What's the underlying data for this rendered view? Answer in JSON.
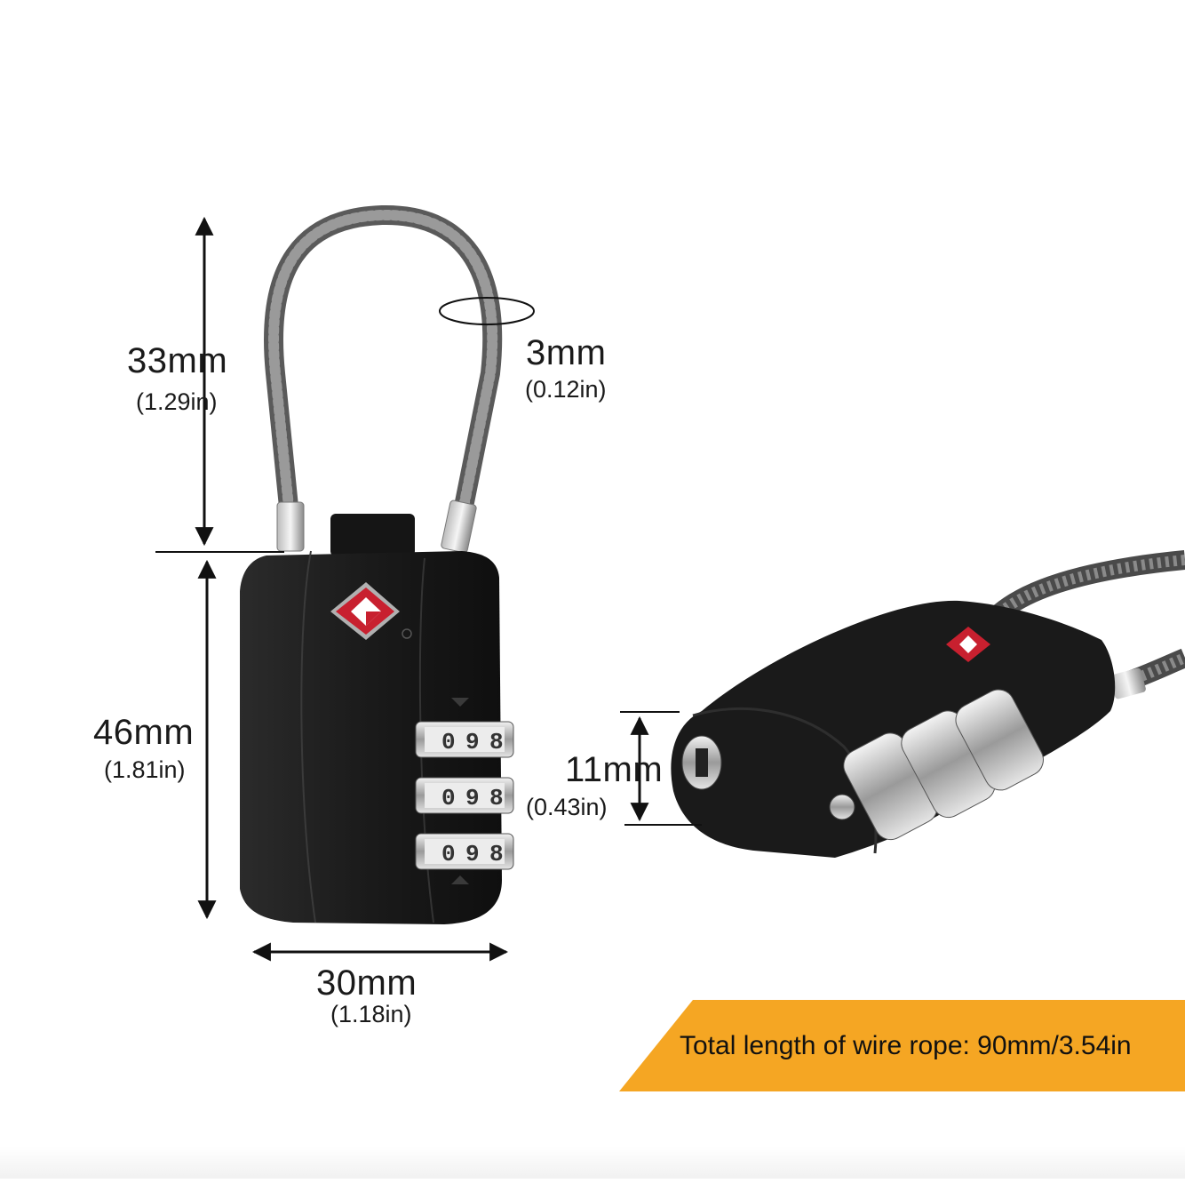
{
  "dimensions": {
    "shackle_height": {
      "mm": "33mm",
      "in": "(1.29in)"
    },
    "cable_diameter": {
      "mm": "3mm",
      "in": "(0.12in)"
    },
    "body_height": {
      "mm": "46mm",
      "in": "(1.81in)"
    },
    "body_thickness": {
      "mm": "11mm",
      "in": "(0.43in)"
    },
    "body_width": {
      "mm": "30mm",
      "in": "(1.18in)"
    }
  },
  "dial_digits": [
    "0",
    "9",
    "8"
  ],
  "banner": {
    "text": "Total length of wire rope: 90mm/3.54in",
    "color": "#f5a623"
  },
  "colors": {
    "lock_body": "#1c1c1c",
    "tsa_logo": "#c8202f",
    "cable": "#7a7a7a"
  }
}
